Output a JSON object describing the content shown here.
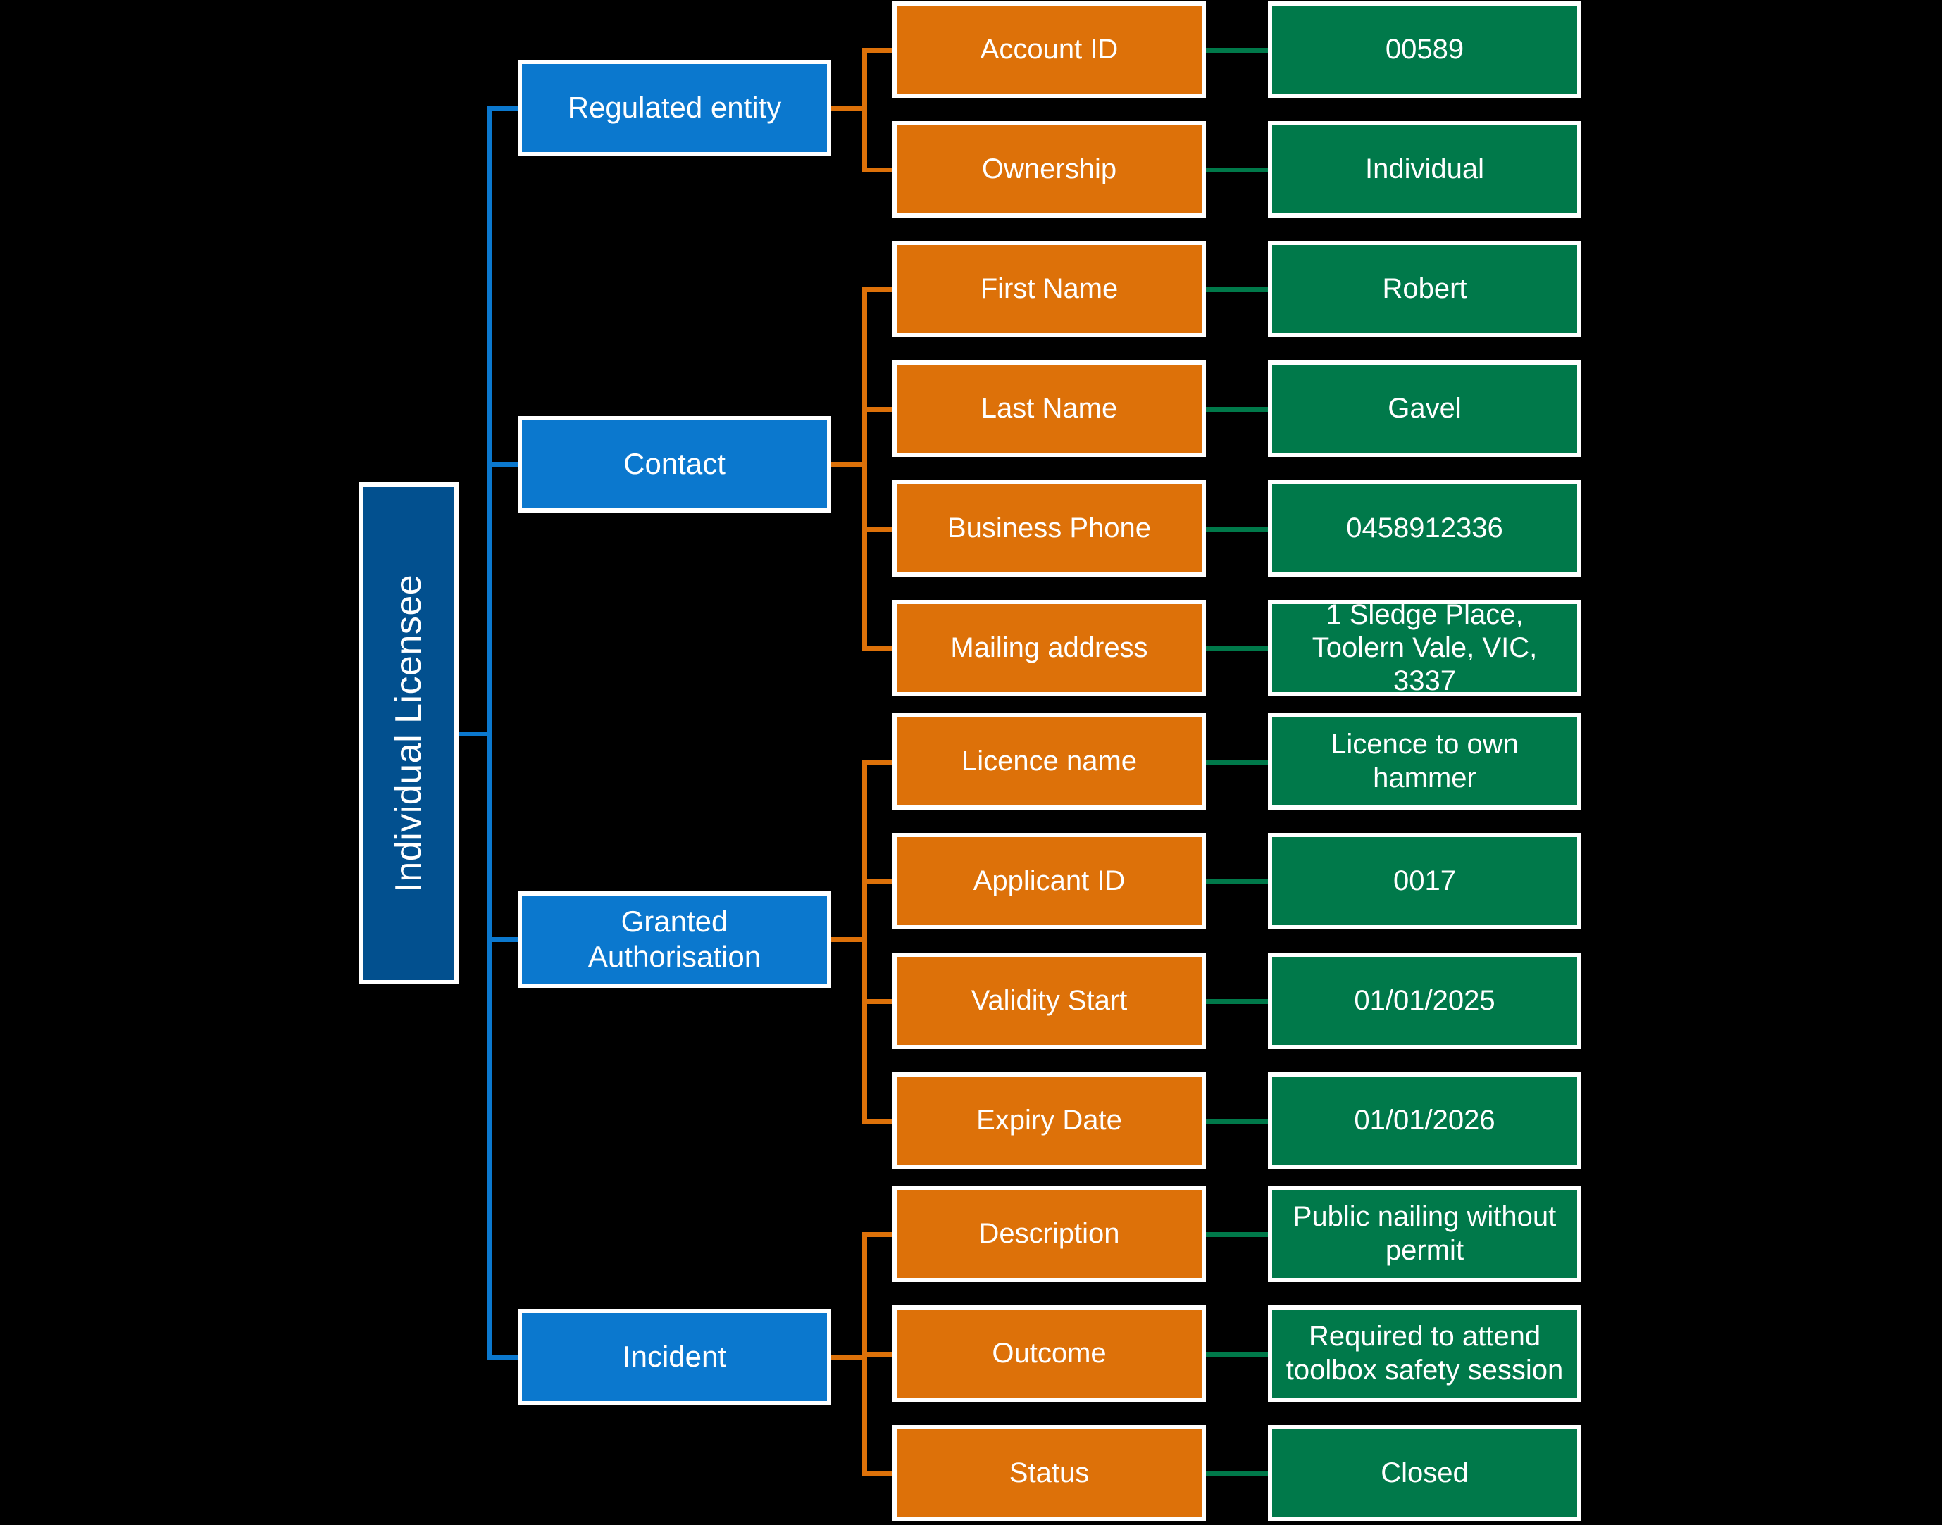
{
  "diagram": {
    "type": "hierarchy-tree",
    "root": {
      "label": "Individual Licensee",
      "color": "#02508F"
    },
    "colors": {
      "root": "#02508F",
      "branch": "#0B78CE",
      "attribute": "#DD7109",
      "value": "#00794A",
      "background": "#000000",
      "border": "#FFFFFF"
    },
    "branches": [
      {
        "label": "Regulated entity",
        "fields": [
          {
            "name": "Account ID",
            "value": "00589"
          },
          {
            "name": "Ownership",
            "value": "Individual"
          }
        ]
      },
      {
        "label": "Contact",
        "fields": [
          {
            "name": "First Name",
            "value": "Robert"
          },
          {
            "name": "Last Name",
            "value": "Gavel"
          },
          {
            "name": "Business Phone",
            "value": "0458912336"
          },
          {
            "name": "Mailing address",
            "value": "1 Sledge Place, Toolern Vale, VIC, 3337"
          }
        ]
      },
      {
        "label": "Granted Authorisation",
        "fields": [
          {
            "name": "Licence name",
            "value": "Licence to own hammer"
          },
          {
            "name": "Applicant ID",
            "value": "0017"
          },
          {
            "name": "Validity Start",
            "value": "01/01/2025"
          },
          {
            "name": "Expiry Date",
            "value": "01/01/2026"
          }
        ]
      },
      {
        "label": "Incident",
        "fields": [
          {
            "name": "Description",
            "value": "Public nailing without permit"
          },
          {
            "name": "Outcome",
            "value": "Required to attend toolbox safety session"
          },
          {
            "name": "Status",
            "value": "Closed"
          }
        ]
      }
    ]
  }
}
